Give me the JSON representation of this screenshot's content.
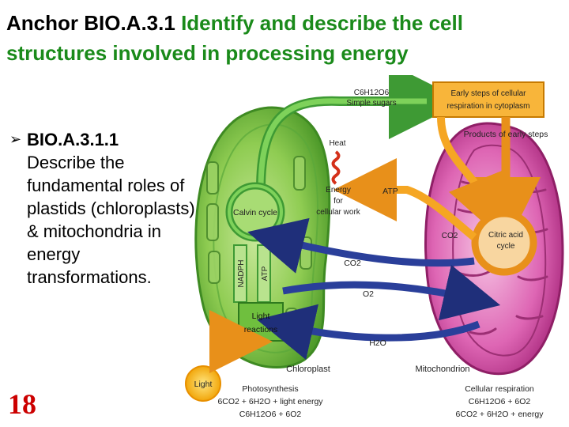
{
  "slide": {
    "anchor_code": "Anchor BIO.A.3.1",
    "anchor_title": "Identify and describe the cell structures involved in processing energy",
    "bullet_code": "BIO.A.3.1.1",
    "bullet_text": "Describe the fundamental roles of plastids (chloroplasts) & mitochondria in energy transformations.",
    "slide_number": "18"
  },
  "diagram": {
    "sugars_formula": "C6H12O6",
    "sugars_label": "Simple sugars",
    "early_steps_line1": "Early steps of cellular",
    "early_steps_line2": "respiration in cytoplasm",
    "products_label": "Products of early steps",
    "heat_label": "Heat",
    "energy_line1": "Energy",
    "energy_line2": "for",
    "energy_line3": "cellular work",
    "atp_label": "ATP",
    "calvin_line1": "Calvin cycle",
    "nadph_label": "NADPH",
    "atp_vertical": "ATP",
    "light_reactions_line1": "Light",
    "light_reactions_line2": "reactions",
    "co2_top": "CO2",
    "citric_line1": "Citric acid",
    "citric_line2": "cycle",
    "co2_arrow": "CO2",
    "o2_arrow": "O2",
    "h2o_arrow": "H2O",
    "chloroplast_label": "Chloroplast",
    "mitochondrion_label": "Mitochondrion",
    "light_label": "Light",
    "photosynthesis_title": "Photosynthesis",
    "photosynthesis_eq1": "6CO2 + 6H2O + light energy",
    "photosynthesis_eq2": "C6H12O6 + 6O2",
    "respiration_title": "Cellular respiration",
    "respiration_eq1": "C6H12O6 + 6O2",
    "respiration_eq2": "6CO2 + 6H2O + energy"
  },
  "colors": {
    "title_green": "#1a8a1a",
    "slide_number_red": "#cc0000",
    "chloroplast_green": "#7cc242",
    "mitochondrion_pink": "#d64fa6",
    "flow_orange": "#f5a623",
    "arrow_blue": "#2a3f9a"
  }
}
